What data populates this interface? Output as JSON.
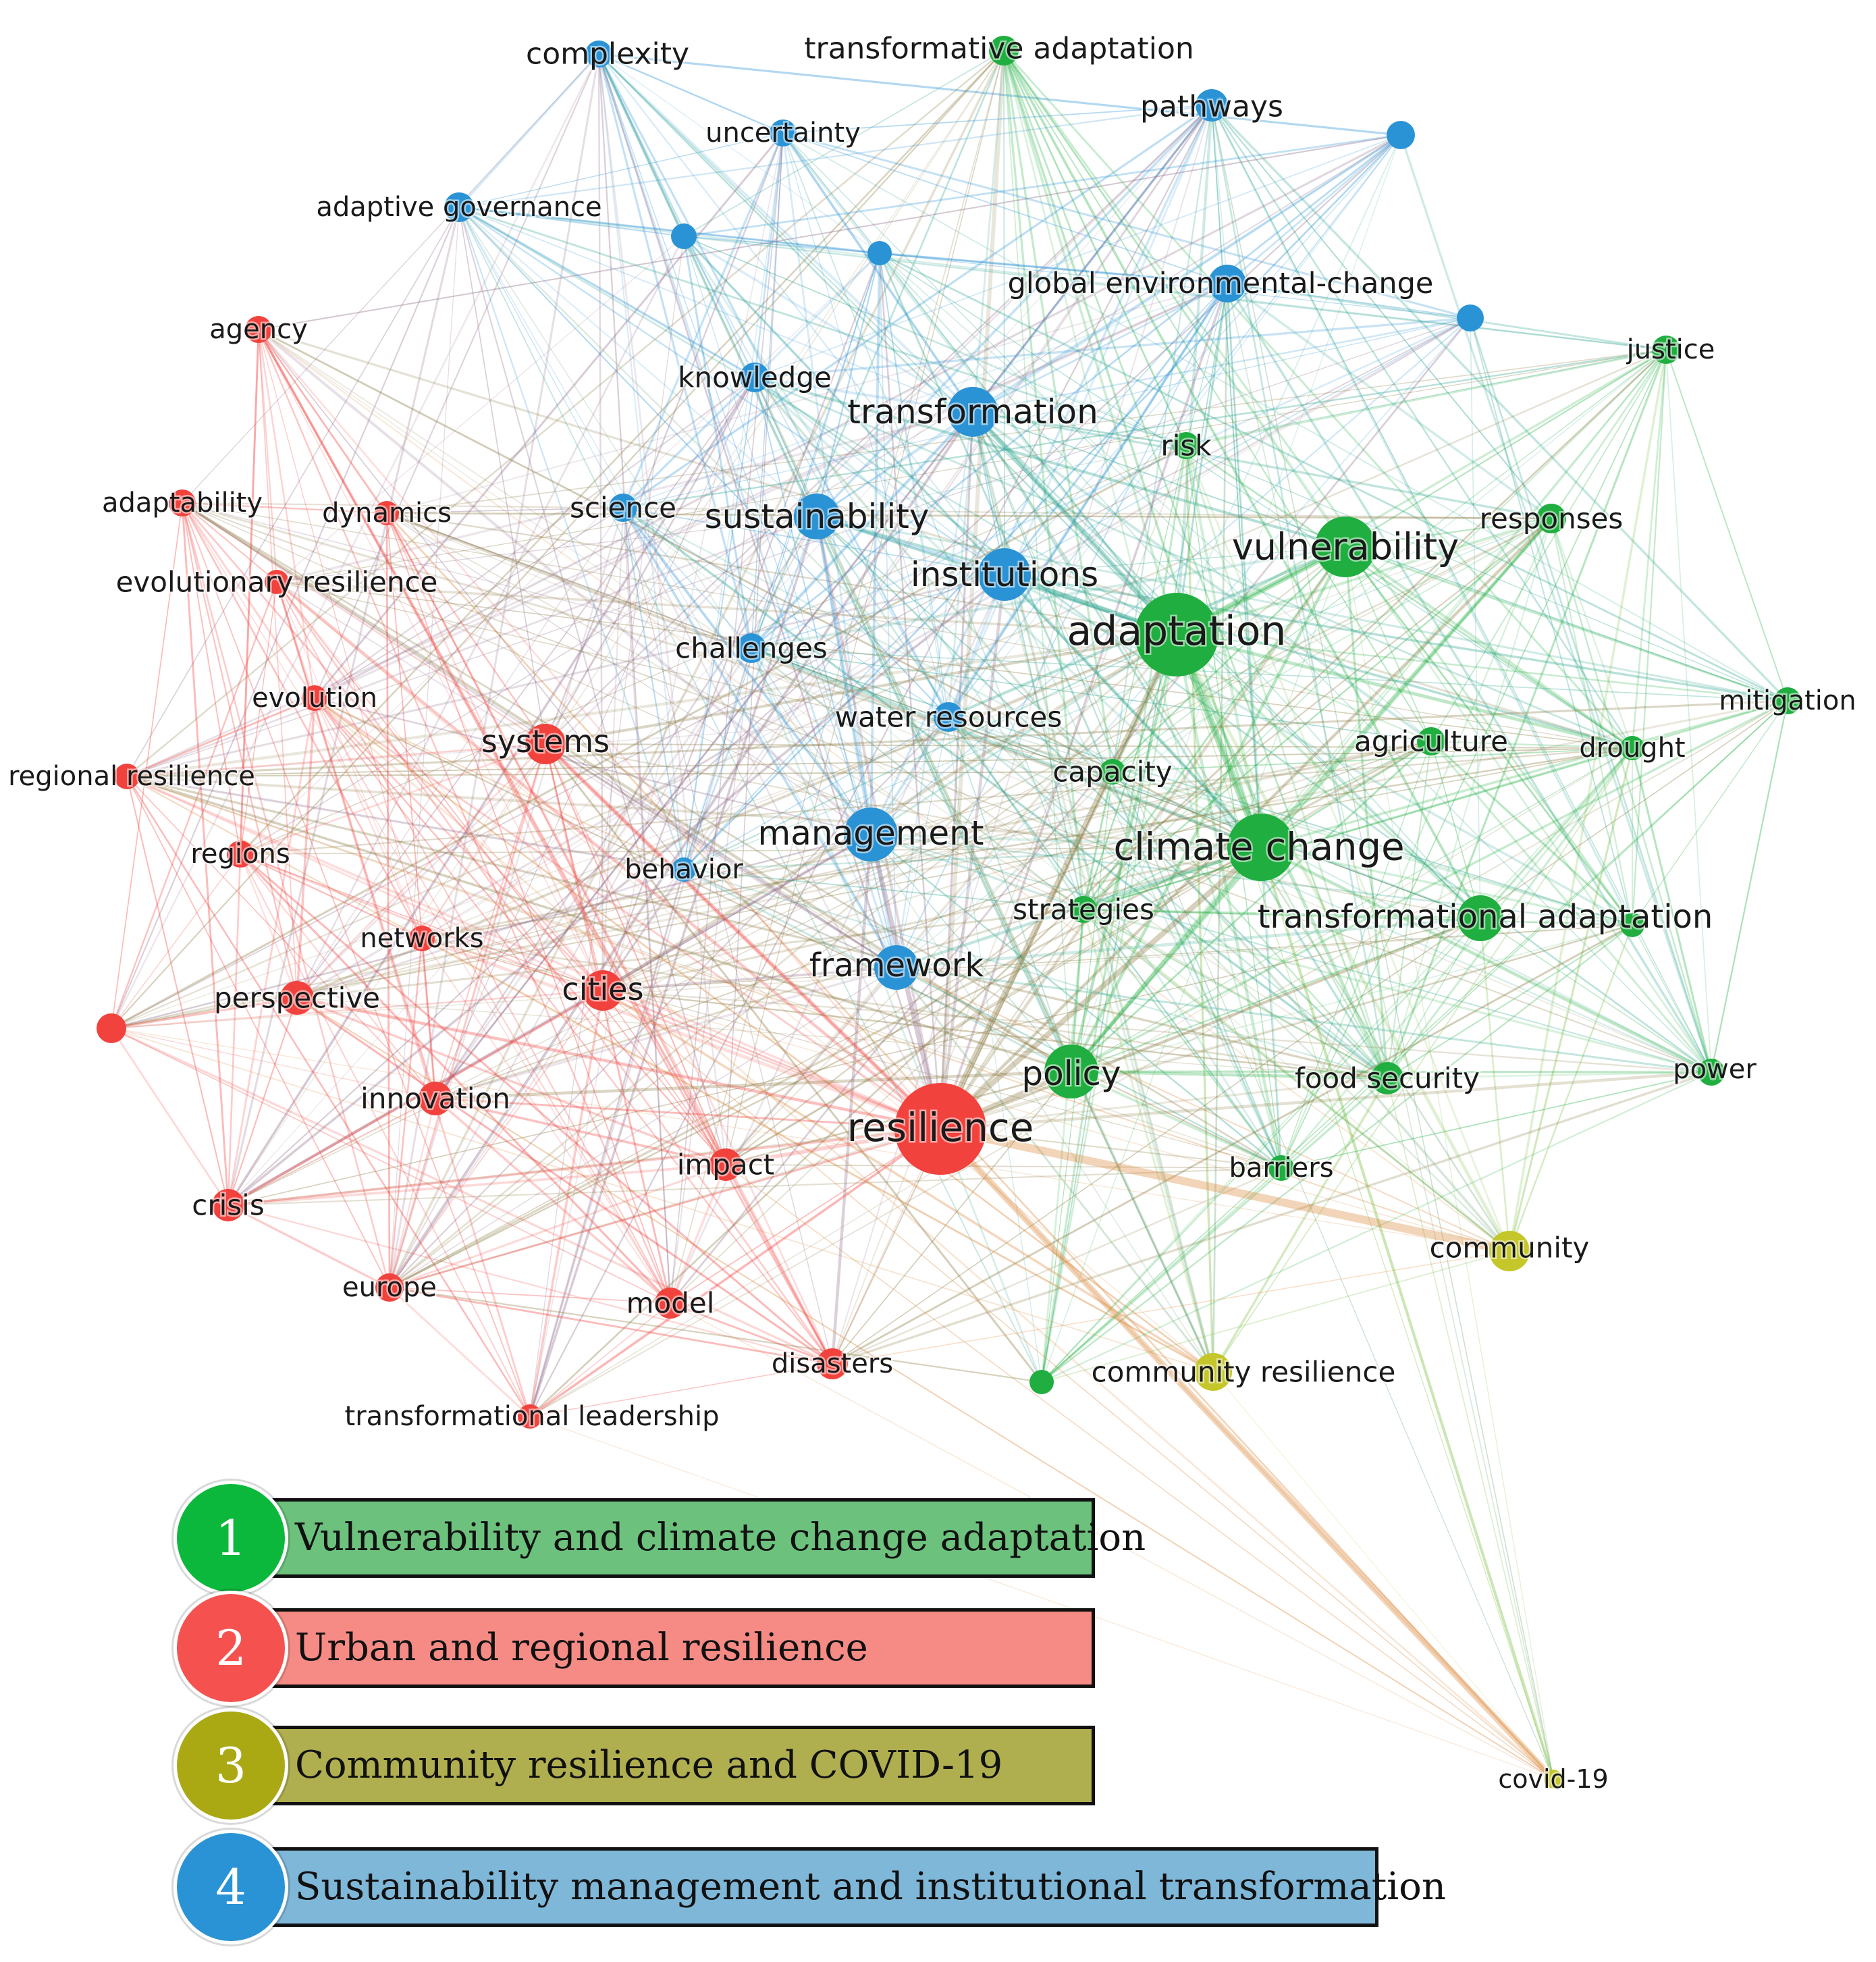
{
  "colors": {
    "cluster1": "#1fae3f",
    "cluster2": "#f2423d",
    "cluster3": "#c4c62a",
    "cluster4": "#2a93d5",
    "legend1_bar": "#6cc27d",
    "legend2_bar": "#f58b84",
    "legend3_bar": "#b0af50",
    "legend4_bar": "#7fb7d8",
    "legend1_circle": "#0cb83b",
    "legend2_circle": "#f5524f",
    "legend3_circle": "#aaa914",
    "legend4_circle": "#2a93d5"
  },
  "nodes": [
    {
      "label": "complexity",
      "cluster": 4
    },
    {
      "label": "transformative adaptation",
      "cluster": 1
    },
    {
      "label": "uncertainty",
      "cluster": 4
    },
    {
      "label": "pathways",
      "cluster": 4
    },
    {
      "label": "",
      "cluster": 4
    },
    {
      "label": "adaptive governance",
      "cluster": 4
    },
    {
      "label": "",
      "cluster": 4
    },
    {
      "label": "",
      "cluster": 4
    },
    {
      "label": "global environmental-change",
      "cluster": 4
    },
    {
      "label": "",
      "cluster": 4
    },
    {
      "label": "agency",
      "cluster": 2
    },
    {
      "label": "justice",
      "cluster": 1
    },
    {
      "label": "knowledge",
      "cluster": 4
    },
    {
      "label": "transformation",
      "cluster": 4
    },
    {
      "label": "risk",
      "cluster": 1
    },
    {
      "label": "adaptability",
      "cluster": 2
    },
    {
      "label": "dynamics",
      "cluster": 2
    },
    {
      "label": "science",
      "cluster": 4
    },
    {
      "label": "sustainability",
      "cluster": 4
    },
    {
      "label": "responses",
      "cluster": 1
    },
    {
      "label": "vulnerability",
      "cluster": 1
    },
    {
      "label": "institutions",
      "cluster": 4
    },
    {
      "label": "evolutionary resilience",
      "cluster": 2
    },
    {
      "label": "adaptation",
      "cluster": 1
    },
    {
      "label": "challenges",
      "cluster": 4
    },
    {
      "label": "evolution",
      "cluster": 2
    },
    {
      "label": "mitigation",
      "cluster": 1
    },
    {
      "label": "water resources",
      "cluster": 4
    },
    {
      "label": "systems",
      "cluster": 2
    },
    {
      "label": "agriculture",
      "cluster": 1
    },
    {
      "label": "drought",
      "cluster": 1
    },
    {
      "label": "regional resilience",
      "cluster": 2
    },
    {
      "label": "capacity",
      "cluster": 1
    },
    {
      "label": "management",
      "cluster": 4
    },
    {
      "label": "climate change",
      "cluster": 1
    },
    {
      "label": "regions",
      "cluster": 2
    },
    {
      "label": "behavior",
      "cluster": 4
    },
    {
      "label": "strategies",
      "cluster": 1
    },
    {
      "label": "transformational adaptation",
      "cluster": 1
    },
    {
      "label": "",
      "cluster": 1
    },
    {
      "label": "networks",
      "cluster": 2
    },
    {
      "label": "perspective",
      "cluster": 2
    },
    {
      "label": "cities",
      "cluster": 2
    },
    {
      "label": "framework",
      "cluster": 4
    },
    {
      "label": "",
      "cluster": 2
    },
    {
      "label": "policy",
      "cluster": 1
    },
    {
      "label": "food security",
      "cluster": 1
    },
    {
      "label": "power",
      "cluster": 1
    },
    {
      "label": "innovation",
      "cluster": 2
    },
    {
      "label": "resilience",
      "cluster": 2
    },
    {
      "label": "impact",
      "cluster": 2
    },
    {
      "label": "barriers",
      "cluster": 1
    },
    {
      "label": "crisis",
      "cluster": 2
    },
    {
      "label": "community",
      "cluster": 3
    },
    {
      "label": "europe",
      "cluster": 2
    },
    {
      "label": "model",
      "cluster": 2
    },
    {
      "label": "disasters",
      "cluster": 2
    },
    {
      "label": "community resilience",
      "cluster": 3
    },
    {
      "label": "",
      "cluster": 1
    },
    {
      "label": "transformational leadership",
      "cluster": 2
    },
    {
      "label": "covid-19",
      "cluster": 3
    }
  ],
  "legend": [
    {
      "number": "1",
      "text": "Vulnerability and climate change adaptation"
    },
    {
      "number": "2",
      "text": "Urban and regional resilience"
    },
    {
      "number": "3",
      "text": "Community resilience and COVID-19"
    },
    {
      "number": "4",
      "text": "Sustainability management and institutional transformation"
    }
  ]
}
